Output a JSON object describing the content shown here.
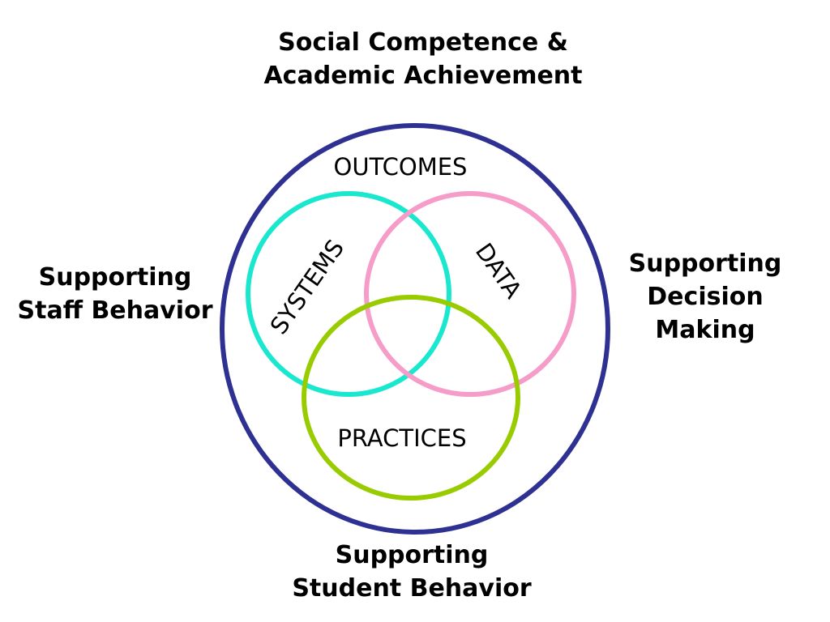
{
  "labels": {
    "top": [
      "Social Competence &",
      "Academic Achievement"
    ],
    "left": [
      "Supporting",
      "Staff Behavior"
    ],
    "right": [
      "Supporting",
      "Decision",
      "Making"
    ],
    "bottom": [
      "Supporting",
      "Student Behavior"
    ]
  },
  "circles": {
    "outer": {
      "label": "OUTCOMES",
      "color": "#2e3192"
    },
    "systems": {
      "label": "SYSTEMS",
      "color": "#19e8cf"
    },
    "data": {
      "label": "DATA",
      "color": "#f59cc8"
    },
    "practices": {
      "label": "PRACTICES",
      "color": "#99cc00"
    }
  }
}
